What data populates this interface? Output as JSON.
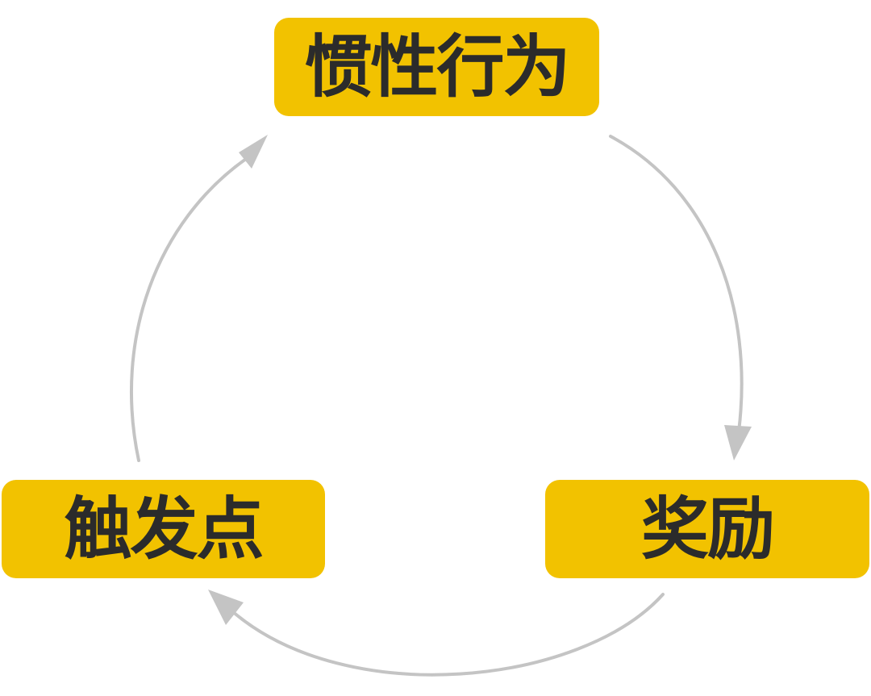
{
  "diagram": {
    "nodes": [
      {
        "id": "habit",
        "label": "惯性行为"
      },
      {
        "id": "reward",
        "label": "奖励"
      },
      {
        "id": "trigger",
        "label": "触发点"
      }
    ],
    "edges": [
      {
        "from": "habit",
        "to": "reward"
      },
      {
        "from": "reward",
        "to": "trigger"
      },
      {
        "from": "trigger",
        "to": "habit"
      }
    ]
  },
  "colors": {
    "node_fill": "#f2c200",
    "text": "#2b2b2b",
    "arrow": "#c4c4c4"
  }
}
